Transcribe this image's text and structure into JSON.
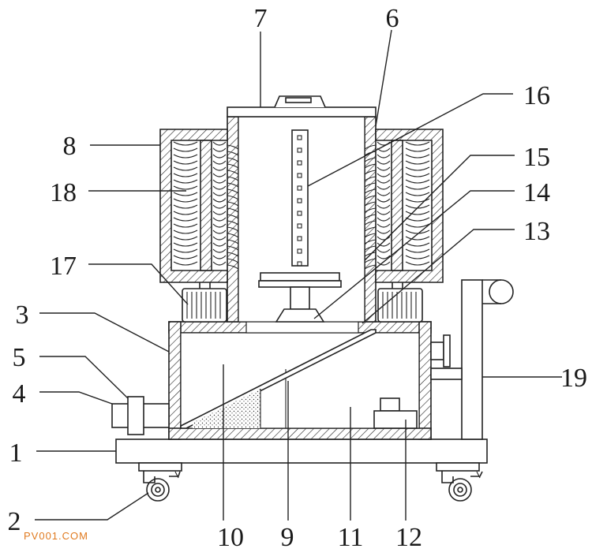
{
  "diagram": {
    "labels": {
      "n1": "1",
      "n2": "2",
      "n3": "3",
      "n4": "4",
      "n5": "5",
      "n6": "6",
      "n7": "7",
      "n8": "8",
      "n9": "9",
      "n10": "10",
      "n11": "11",
      "n12": "12",
      "n13": "13",
      "n14": "14",
      "n15": "15",
      "n16": "16",
      "n17": "17",
      "n18": "18",
      "n19": "19"
    },
    "watermark": "PV001.COM"
  }
}
